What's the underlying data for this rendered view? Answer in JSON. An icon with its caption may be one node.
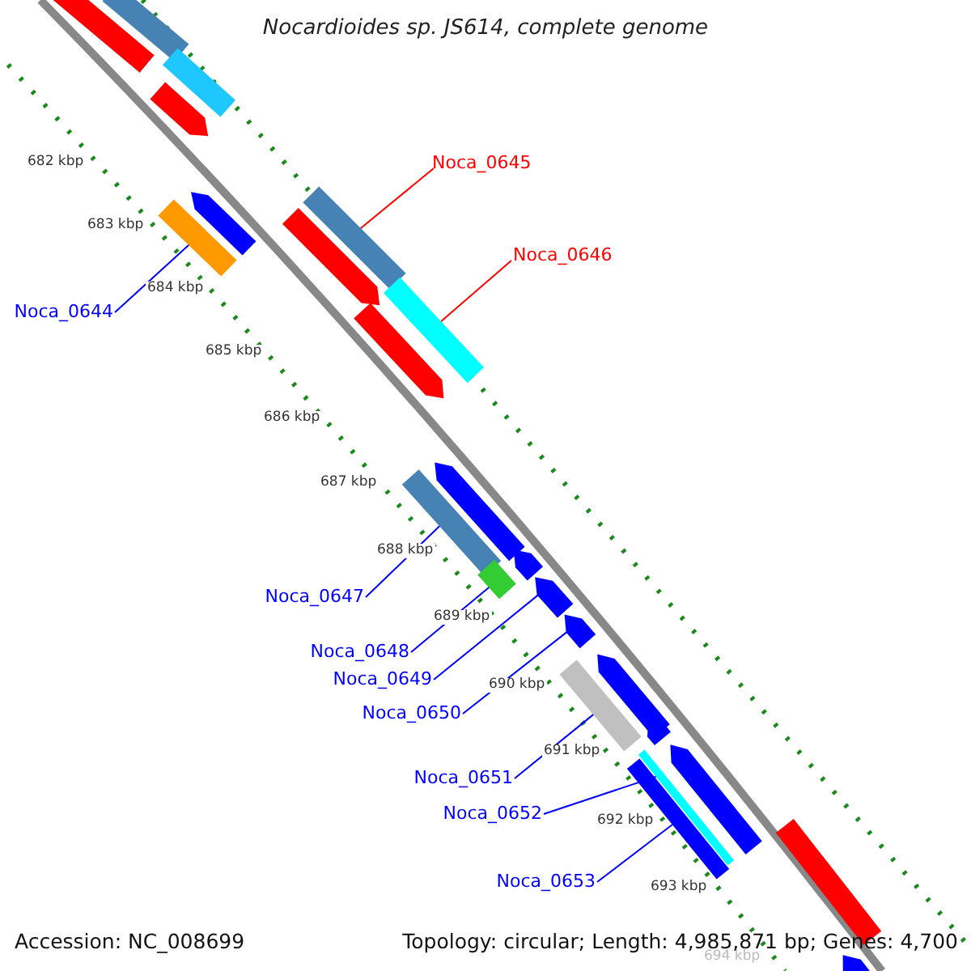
{
  "diagram": {
    "title": "Nocardioides sp. JS614, complete genome",
    "nodes": [
      {
        "text": [
          "Noca_0645"
        ]
      },
      {
        "text": [],
        "shape": "bar"
      },
      {
        "text": [
          "Noca_0646"
        ]
      },
      {
        "text": [],
        "shape": "bar"
      },
      {
        "text": [
          "Noca_0644"
        ]
      },
      {
        "text": [],
        "shape": "bar"
      },
      {
        "text": [
          "Noca_0647"
        ]
      },
      {
        "text": [],
        "shape": "bar"
      },
      {
        "text": [
          "Noca_0648"
        ]
      },
      {
        "text": [],
        "shape": "bar"
      },
      {
        "text": [
          "Noca_0649"
        ]
      },
      {
        "text": [],
        "shape": "bar"
      },
      {
        "text": [
          "Noca_0650"
        ]
      },
      {
        "text": [],
        "shape": "bar"
      },
      {
        "text": [
          "Noca_0651"
        ]
      },
      {
        "text": [],
        "shape": "bar"
      },
      {
        "text": [
          "Noca_0652"
        ]
      },
      {
        "text": [],
        "shape": "bar"
      },
      {
        "text": [
          "Noca_0653"
        ]
      },
      {
        "text": [],
        "shape": "bar"
      },
      {
        "text": [],
        "shape": "bar"
      },
      {
        "text": [],
        "shape": "bar"
      },
      {
        "text": [],
        "shape": "bar"
      },
      {
        "text": [],
        "shape": "bar"
      },
      {
        "text": [],
        "shape": "bar"
      },
      {
        "text": [],
        "shape": "bar"
      },
      {
        "text": [],
        "shape": "bar"
      },
      {
        "text": [],
        "shape": "bar"
      },
      {
        "text": [],
        "shape": "bar"
      },
      {
        "text": [],
        "shape": "bar"
      },
      {
        "text": [],
        "shape": "bar"
      },
      {
        "text": [],
        "shape": "bar"
      },
      {
        "text": [],
        "shape": "bar"
      },
      {
        "text": [],
        "shape": "bar"
      }
    ],
    "edges": [
      {
        "from": 0,
        "to": 1,
        "arrow": "none",
        "color": "#ff0000"
      },
      {
        "from": 2,
        "to": 3,
        "arrow": "none",
        "color": "#ff0000"
      },
      {
        "from": 4,
        "to": 5,
        "arrow": "none"
      },
      {
        "from": 6,
        "to": 7,
        "arrow": "none"
      },
      {
        "from": 8,
        "to": 9,
        "arrow": "none"
      },
      {
        "from": 10,
        "to": 11,
        "arrow": "none"
      },
      {
        "from": 12,
        "to": 13,
        "arrow": "none"
      },
      {
        "from": 14,
        "to": 15,
        "arrow": "none"
      },
      {
        "from": 16,
        "to": 17,
        "arrow": "none"
      },
      {
        "from": 18,
        "to": 19,
        "arrow": "none"
      }
    ],
    "labels": [
      "682 kbp",
      "683 kbp",
      "684 kbp",
      "685 kbp",
      "686 kbp",
      "687 kbp",
      "688 kbp",
      "689 kbp",
      "690 kbp",
      "691 kbp",
      "692 kbp",
      "693 kbp",
      "694 kbp",
      "Accession: NC_008699",
      "Topology: circular; Length: 4,985,871 bp; Genes: 4,700"
    ]
  }
}
